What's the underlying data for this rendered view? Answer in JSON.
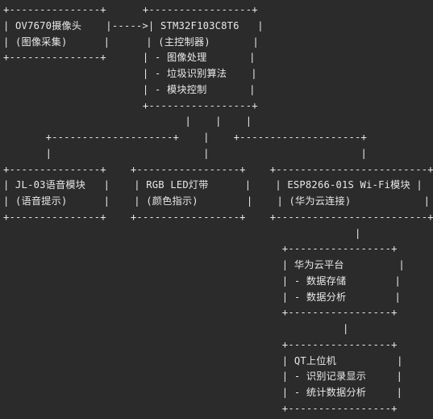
{
  "diagram": {
    "lines": [
      "+---------------+      +-----------------+",
      "| OV7670摄像头    |----->| STM32F103C8T6   |",
      "| (图像采集)      |      | (主控制器)       |",
      "+---------------+      | - 图像处理       |",
      "                       | - 垃圾识别算法    |",
      "                       | - 模块控制       |",
      "                       +-----------------+",
      "                              |    |    |",
      "       +--------------------+    |    +--------------------+",
      "       |                         |                         |",
      "+---------------+    +-----------------+    +-------------------------+",
      "| JL-03语音模块   |    | RGB LED灯带      |    | ESP8266-01S Wi-Fi模块 |",
      "| (语音提示)      |    | (颜色指示)        |    | (华为云连接)            |",
      "+---------------+    +-----------------+    +-------------------------+",
      "                                                          |",
      "                                              +-----------------+",
      "                                              | 华为云平台         |",
      "                                              | - 数据存储        |",
      "                                              | - 数据分析        |",
      "                                              +-----------------+",
      "                                                        |",
      "                                              +-----------------+",
      "                                              | QT上位机          |",
      "                                              | - 识别记录显示     |",
      "                                              | - 统计数据分析     |",
      "                                              +-----------------+"
    ]
  }
}
